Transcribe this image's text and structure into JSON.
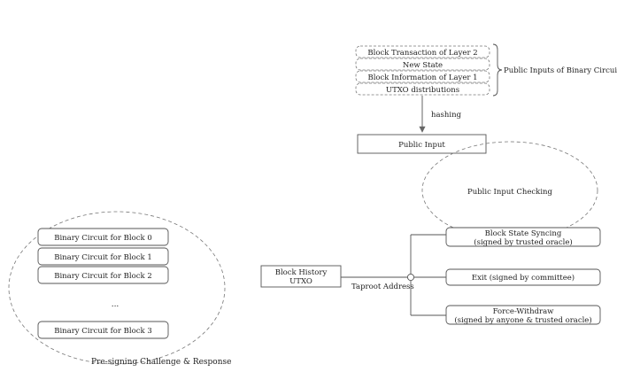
{
  "public_inputs": {
    "items": [
      "Block Transaction of Layer 2",
      "New State",
      "Block Information of Layer 1",
      "UTXO distributions"
    ],
    "brace_label": "Public Inputs of Binary Circuit"
  },
  "hashing_label": "hashing",
  "public_input_box": "Public Input",
  "public_input_checking": "Public Input Checking",
  "binary_circuits": {
    "items": [
      "Binary Circuit for Block 0",
      "Binary Circuit for Block 1",
      "Binary Circuit for Block 2"
    ],
    "ellipsis": "...",
    "last": "Binary Circuit for Block 3",
    "caption": "Pre-signing  Challenge & Response"
  },
  "block_history": {
    "line1": "Block History",
    "line2": "UTXO"
  },
  "taproot_label": "Taproot Address",
  "branches": {
    "state_sync": {
      "line1": "Block State Syncing",
      "line2": "(signed by trusted oracle)"
    },
    "exit": {
      "line1": "Exit (signed by committee)"
    },
    "force_withdraw": {
      "line1": "Force-Withdraw",
      "line2": "(signed by anyone & trusted oracle)"
    }
  },
  "colors": {
    "stroke": "#555555",
    "dashed": "#777777",
    "text": "#222222"
  }
}
